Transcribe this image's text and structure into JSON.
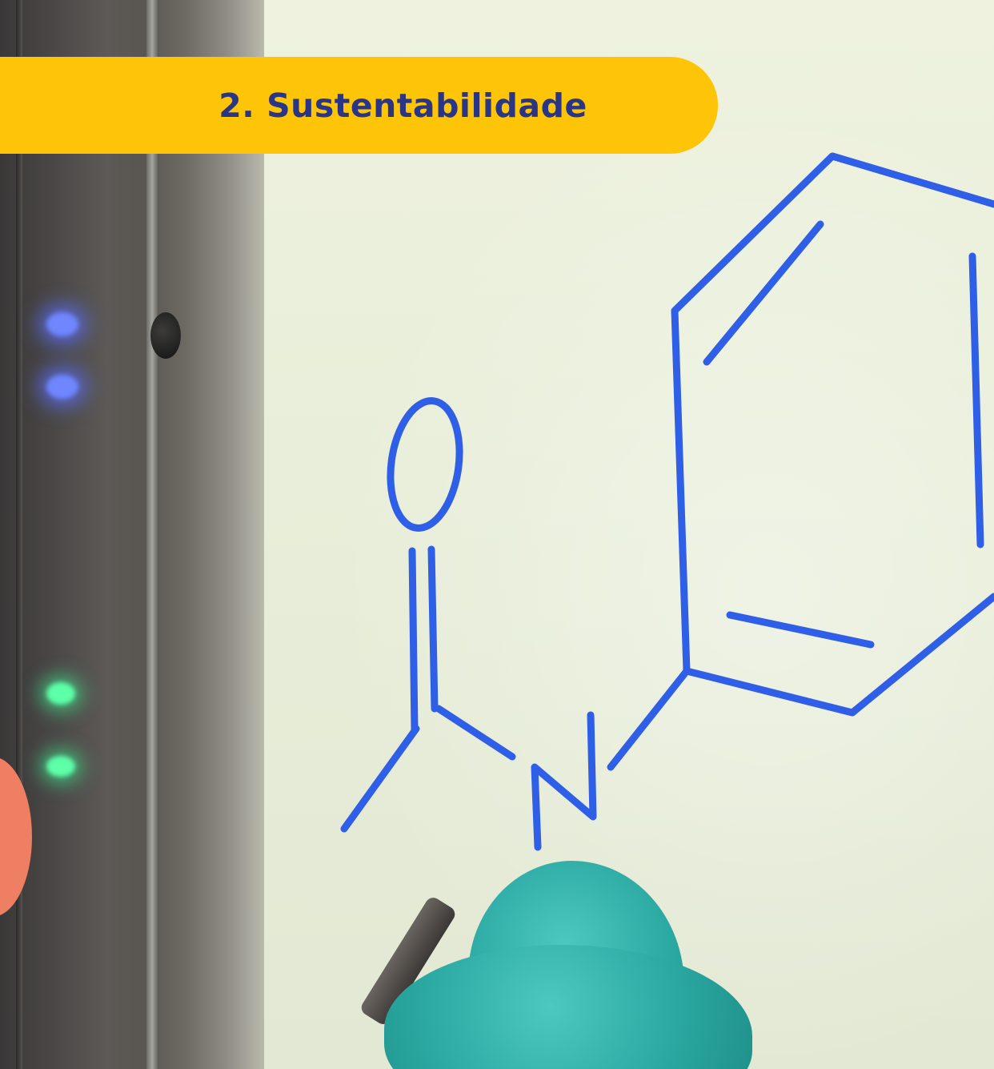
{
  "banner": {
    "title": "2. Sustentabilidade"
  },
  "colors": {
    "banner_bg": "#fec408",
    "banner_text": "#2a3583",
    "ink": "#2f5fe6",
    "glove": "#2aa8a1",
    "accent_coral": "#ef7f63"
  },
  "drawing": {
    "subject": "acetanilide skeletal structure",
    "atom_labels": [
      "O",
      "N"
    ]
  }
}
